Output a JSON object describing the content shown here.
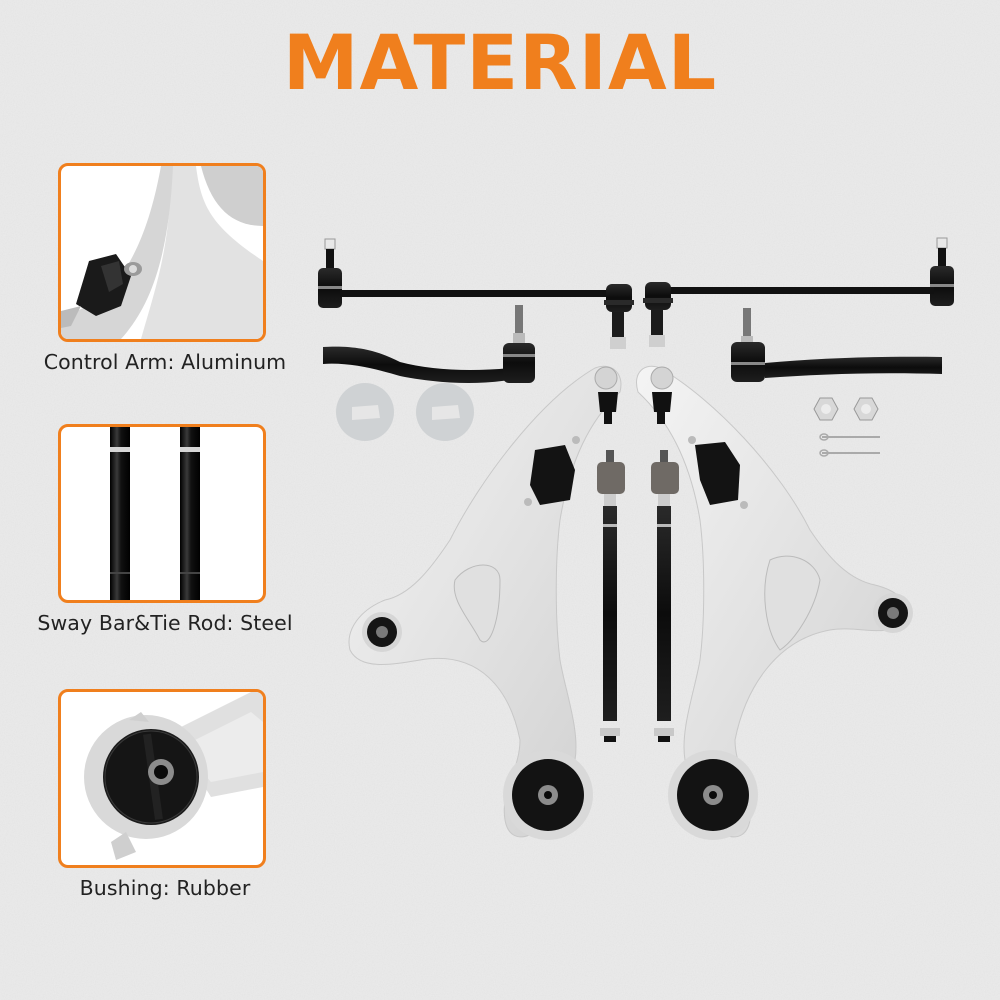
{
  "title": "MATERIAL",
  "colors": {
    "accent": "#f07f1d",
    "background": "#ebebeb",
    "caption_text": "#222222",
    "aluminum": "#e6e6e6",
    "steel_black": "#141414",
    "rubber": "#111111"
  },
  "callouts": [
    {
      "caption": "Control Arm: Aluminum",
      "part": "control-arm",
      "material": "Aluminum"
    },
    {
      "caption": "Sway Bar&Tie Rod: Steel",
      "part": "sway-bar-tie-rod",
      "material": "Steel"
    },
    {
      "caption": "Bushing: Rubber",
      "part": "bushing",
      "material": "Rubber"
    }
  ],
  "product_parts": [
    {
      "name": "sway-bar-link",
      "count": 2
    },
    {
      "name": "outer-tie-rod-end",
      "count": 2
    },
    {
      "name": "inner-tie-rod",
      "count": 2
    },
    {
      "name": "lower-control-arm",
      "count": 2
    },
    {
      "name": "lock-washer",
      "count": 2
    },
    {
      "name": "castle-nut",
      "count": 2
    },
    {
      "name": "cotter-pin",
      "count": 2
    }
  ]
}
